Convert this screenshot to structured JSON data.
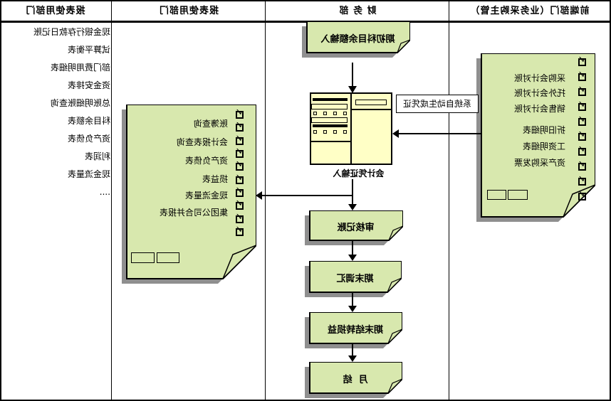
{
  "meta": {
    "orientation_note": "screenshot is horizontally mirrored; all text appears flipped"
  },
  "colors": {
    "doc_fill": "#d8e8ae",
    "window_fill": "#ffffc6",
    "shadow": "#8f8f8f",
    "border": "#000000",
    "background": "#ffffff"
  },
  "header": {
    "frontend": "前端部门（业务采购主管）",
    "finance": "财 务 部",
    "report_doc_dept": "报表使用部门",
    "report_list_dept": "报表使用部门"
  },
  "frontend_doc": {
    "items": [
      "采购会计对账",
      "托外会计对账",
      "销售会计对账",
      "折旧明细表",
      "工资明细表",
      "资产采购发票"
    ],
    "checkbox_icon": "checked-checkbox-icon",
    "checkbox_count": 10
  },
  "finance": {
    "step_initial": "期初科目余额输入",
    "voucher_caption": "会计凭证输入",
    "auto_label": "系统自动生成凭证",
    "step_audit": "审核记账",
    "step_adjust": "期末调汇",
    "step_carryover": "期末结转损益",
    "step_monthend": "月  结"
  },
  "report_doc": {
    "items": [
      "账簿查询",
      "会计报表查询",
      "资产负债表",
      "损益表",
      "现金流量表",
      "集团公司合并报表"
    ],
    "checkbox_icon": "checked-checkbox-icon",
    "checkbox_count": 10
  },
  "report_list": {
    "items": [
      "现金银行存款日记账",
      "试算平衡表",
      "部门费用明细表",
      "资金安排表",
      "总账明细账查询",
      "科目余额表",
      "资产负债表",
      "利润表",
      "现金流量表",
      "...."
    ]
  }
}
